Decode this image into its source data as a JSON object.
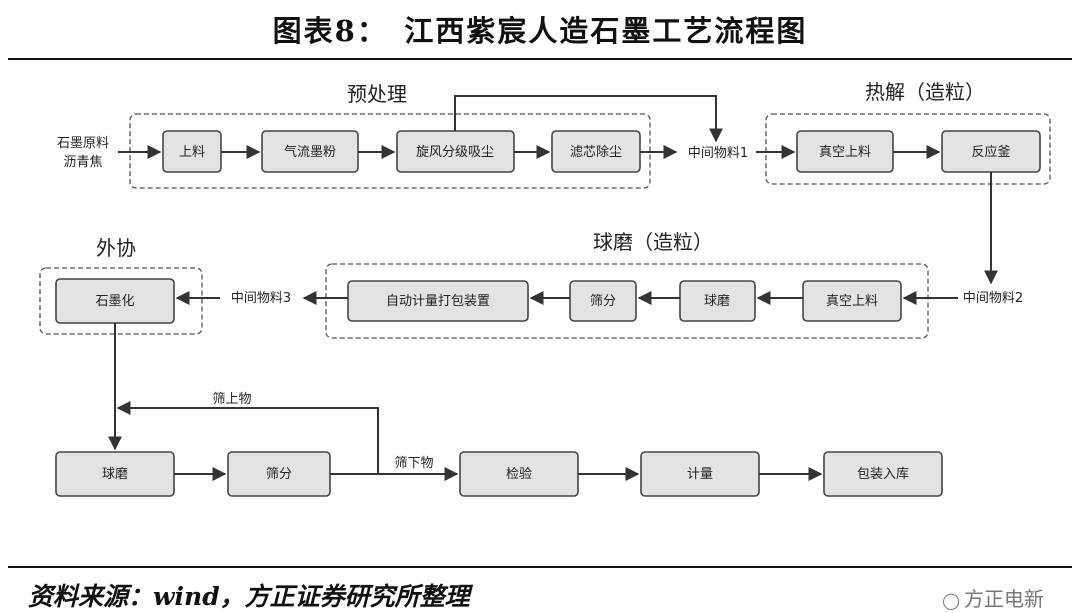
{
  "title": "图表8：　江西紫宸人造石墨工艺流程图",
  "source": "资料来源：wind，方正证券研究所整理",
  "watermark": {
    "icon": "wechat-icon",
    "text": "方正电新"
  },
  "groups": {
    "preprocess": "预处理",
    "pyrolysis": "热解（造粒）",
    "ballmill": "球磨（造粒）",
    "outsource": "外协"
  },
  "inputs": {
    "raw1": "石墨原料",
    "raw2": "沥青焦",
    "mid1": "中间物料1",
    "mid2": "中间物料2",
    "mid3": "中间物料3",
    "oversize": "筛上物",
    "undersize": "筛下物"
  },
  "nodes": {
    "load": "上料",
    "jetmill": "气流墨粉",
    "cyclone": "旋风分级吸尘",
    "filter": "滤芯除尘",
    "vacload1": "真空上料",
    "reactor": "反应釜",
    "vacload2": "真空上料",
    "ballmill1": "球磨",
    "sieve1": "筛分",
    "pack1": "自动计量打包装置",
    "graphitize": "石墨化",
    "ballmill2": "球磨",
    "sieve2": "筛分",
    "inspect": "检验",
    "measure": "计量",
    "store": "包装入库"
  }
}
